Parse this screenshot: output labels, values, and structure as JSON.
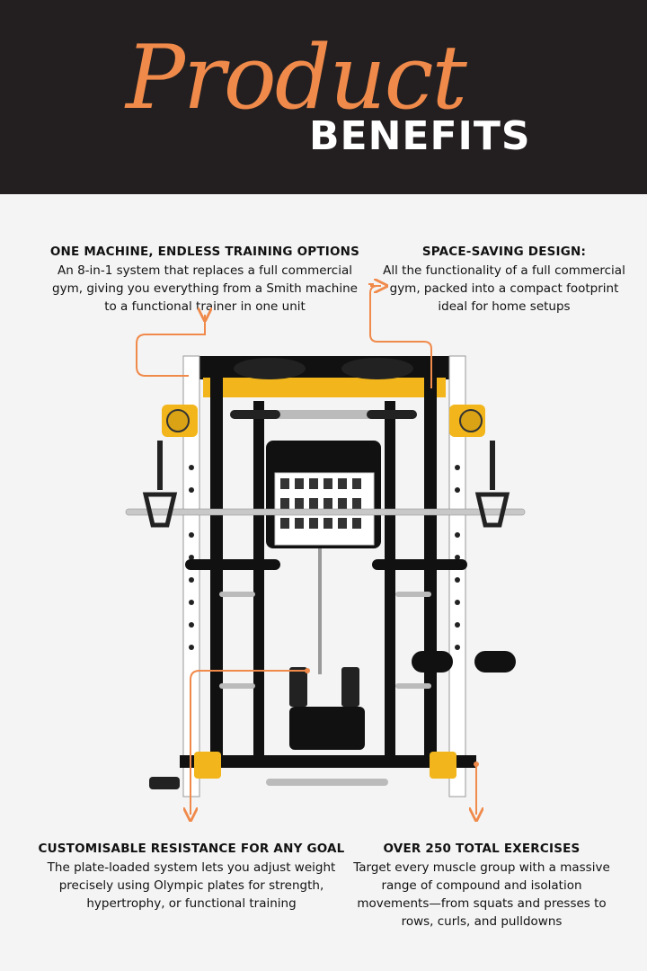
{
  "header": {
    "script_title": "Product",
    "bold_title": "BENEFITS"
  },
  "benefits": [
    {
      "title": "ONE MACHINE, ENDLESS TRAINING OPTIONS",
      "description": "An 8-in-1 system that replaces a full commercial gym, giving you everything from a Smith machine to a functional trainer in one unit"
    },
    {
      "title": "SPACE-SAVING DESIGN:",
      "description": "All the functionality of a full commercial gym, packed into a compact footprint ideal for home setups"
    },
    {
      "title": "CUSTOMISABLE RESISTANCE FOR ANY GOAL",
      "description": "The plate-loaded system lets you adjust weight precisely using Olympic plates for strength, hypertrophy, or functional training"
    },
    {
      "title": "OVER 250 TOTAL EXERCISES",
      "description": "Target every muscle group with a massive range of compound and isolation movements—from squats and presses to rows, curls, and pulldowns"
    }
  ],
  "colors": {
    "accent": "#f08a4b",
    "header_bg": "#231f20",
    "frame_black": "#111111",
    "frame_yellow": "#f2b61c",
    "upright_white": "#ffffff"
  },
  "icons": {
    "arrow": "arrow-icon",
    "machine": "gym-machine-illustration"
  }
}
